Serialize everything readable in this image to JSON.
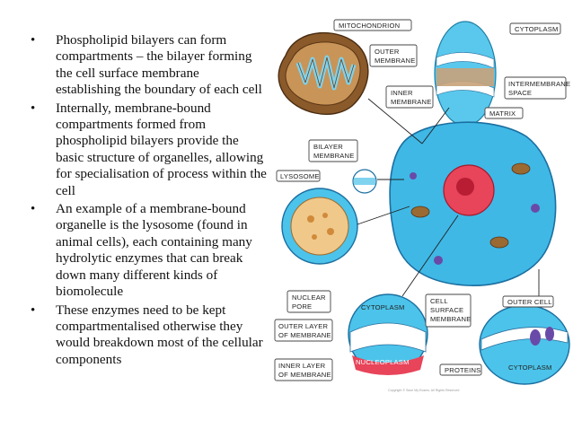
{
  "bullets": [
    "Phospholipid bilayers can form compartments – the bilayer forming the cell surface membrane establishing the boundary of each cell",
    "Internally, membrane-bound compartments formed from phospholipid bilayers provide the basic structure of organelles, allowing for specialisation of process within the cell",
    "An example of a membrane-bound organelle is the lysosome (found in animal cells), each containing many hydrolytic enzymes that can break down many different kinds of biomolecule",
    "These enzymes need to be kept compartmentalised otherwise they would breakdown most of the cellular components"
  ],
  "bullet_symbol": "•",
  "diagram": {
    "labels": {
      "mitochondrion": "MITOCHONDRION",
      "outer_membrane_1": "OUTER",
      "outer_membrane_2": "MEMBRANE",
      "inner_membrane_1": "INNER",
      "inner_membrane_2": "MEMBRANE",
      "cytoplasm_top": "CYTOPLASM",
      "intermembrane_1": "INTERMEMBRANE",
      "intermembrane_2": "SPACE",
      "matrix": "MATRIX",
      "bilayer_1": "BILAYER",
      "bilayer_2": "MEMBRANE",
      "lysosome": "LYSOSOME",
      "nuclear_pore_1": "NUCLEAR",
      "nuclear_pore_2": "PORE",
      "cytoplasm_mid": "CYTOPLASM",
      "outer_layer_1": "OUTER LAYER",
      "outer_layer_2": "OF MEMBRANE",
      "nucleoplasm": "NUCLEOPLASM",
      "inner_layer_1": "INNER LAYER",
      "inner_layer_2": "OF MEMBRANE",
      "cell_surface_1": "CELL",
      "cell_surface_2": "SURFACE",
      "cell_surface_3": "MEMBRANE",
      "outer_cell": "OUTER CELL",
      "proteins": "PROTEINS",
      "cytoplasm_br": "CYTOPLASM"
    },
    "copyright": "Copyright © Save My Exams. All Rights Reserved"
  }
}
